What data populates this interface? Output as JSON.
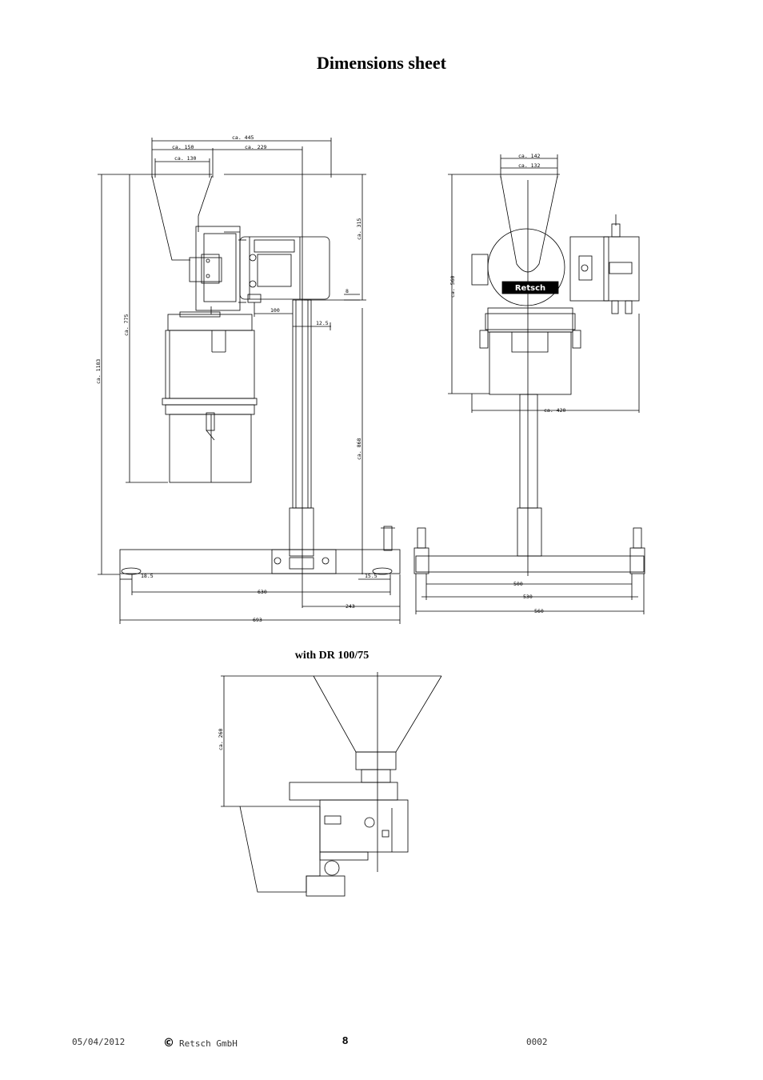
{
  "header": {
    "title": "Dimensions sheet"
  },
  "drawing": {
    "brand_label": "Retsch",
    "side_view": {
      "dim_overall_width": "ca. 445",
      "dim_hopper_top": "ca. 150",
      "dim_hopper_inner": "ca. 130",
      "dim_motor_offset": "ca. 229",
      "dim_top_height": "ca. 315",
      "dim_gap": "8",
      "dim_arm": "100",
      "dim_column": "12.5",
      "dim_body_height": "ca. 775",
      "dim_total_height": "ca. 1183",
      "dim_column_height": "ca. 868",
      "dim_foot_left": "18.5",
      "dim_foot_right": "15.5",
      "dim_base_inner": "630",
      "dim_base_offset": "243",
      "dim_base_total": "693"
    },
    "front_view": {
      "dim_hopper_outer": "ca. 142",
      "dim_hopper_inner": "ca. 132",
      "dim_height": "ca. 560",
      "dim_width": "ca. 420",
      "dim_base_inner": "500",
      "dim_base_mid": "530",
      "dim_base_outer": "560"
    },
    "detail_view": {
      "label": "with DR 100/75",
      "dim_height": "ca. 260"
    }
  },
  "footer": {
    "date": "05/04/2012",
    "copyright_symbol": "©",
    "company": "Retsch GmbH",
    "page_number": "8",
    "code": "0002"
  }
}
